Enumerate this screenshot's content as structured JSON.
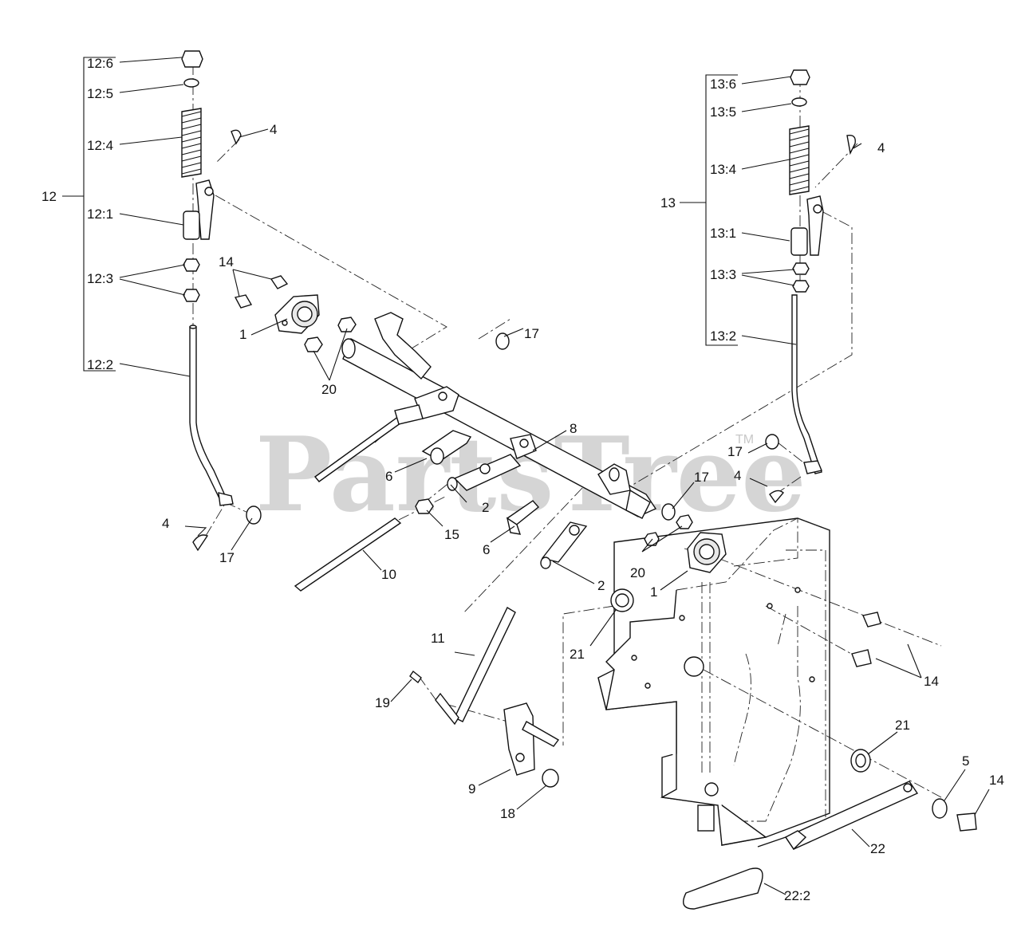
{
  "watermark": {
    "text": "PartsTree",
    "trademark": "TM"
  },
  "callouts": {
    "c12_6": "12:6",
    "c12_5": "12:5",
    "c12_4": "12:4",
    "c12": "12",
    "c12_1": "12:1",
    "c12_3": "12:3",
    "c12_2": "12:2",
    "c13_6": "13:6",
    "c13_5": "13:5",
    "c13_4": "13:4",
    "c13": "13",
    "c13_1": "13:1",
    "c13_3": "13:3",
    "c13_2": "13:2",
    "c4_a": "4",
    "c4_b": "4",
    "c4_c": "4",
    "c4_d": "4",
    "c14_a": "14",
    "c14_b": "14",
    "c14_c": "14",
    "c1_a": "1",
    "c1_b": "1",
    "c20_a": "20",
    "c20_b": "20",
    "c17_a": "17",
    "c17_b": "17",
    "c17_c": "17",
    "c17_d": "17",
    "c8": "8",
    "c6_a": "6",
    "c6_b": "6",
    "c2_a": "2",
    "c2_b": "2",
    "c15": "15",
    "c10": "10",
    "c11": "11",
    "c21_a": "21",
    "c21_b": "21",
    "c19": "19",
    "c9": "9",
    "c18": "18",
    "c5": "5",
    "c22": "22",
    "c22_2": "22:2"
  }
}
